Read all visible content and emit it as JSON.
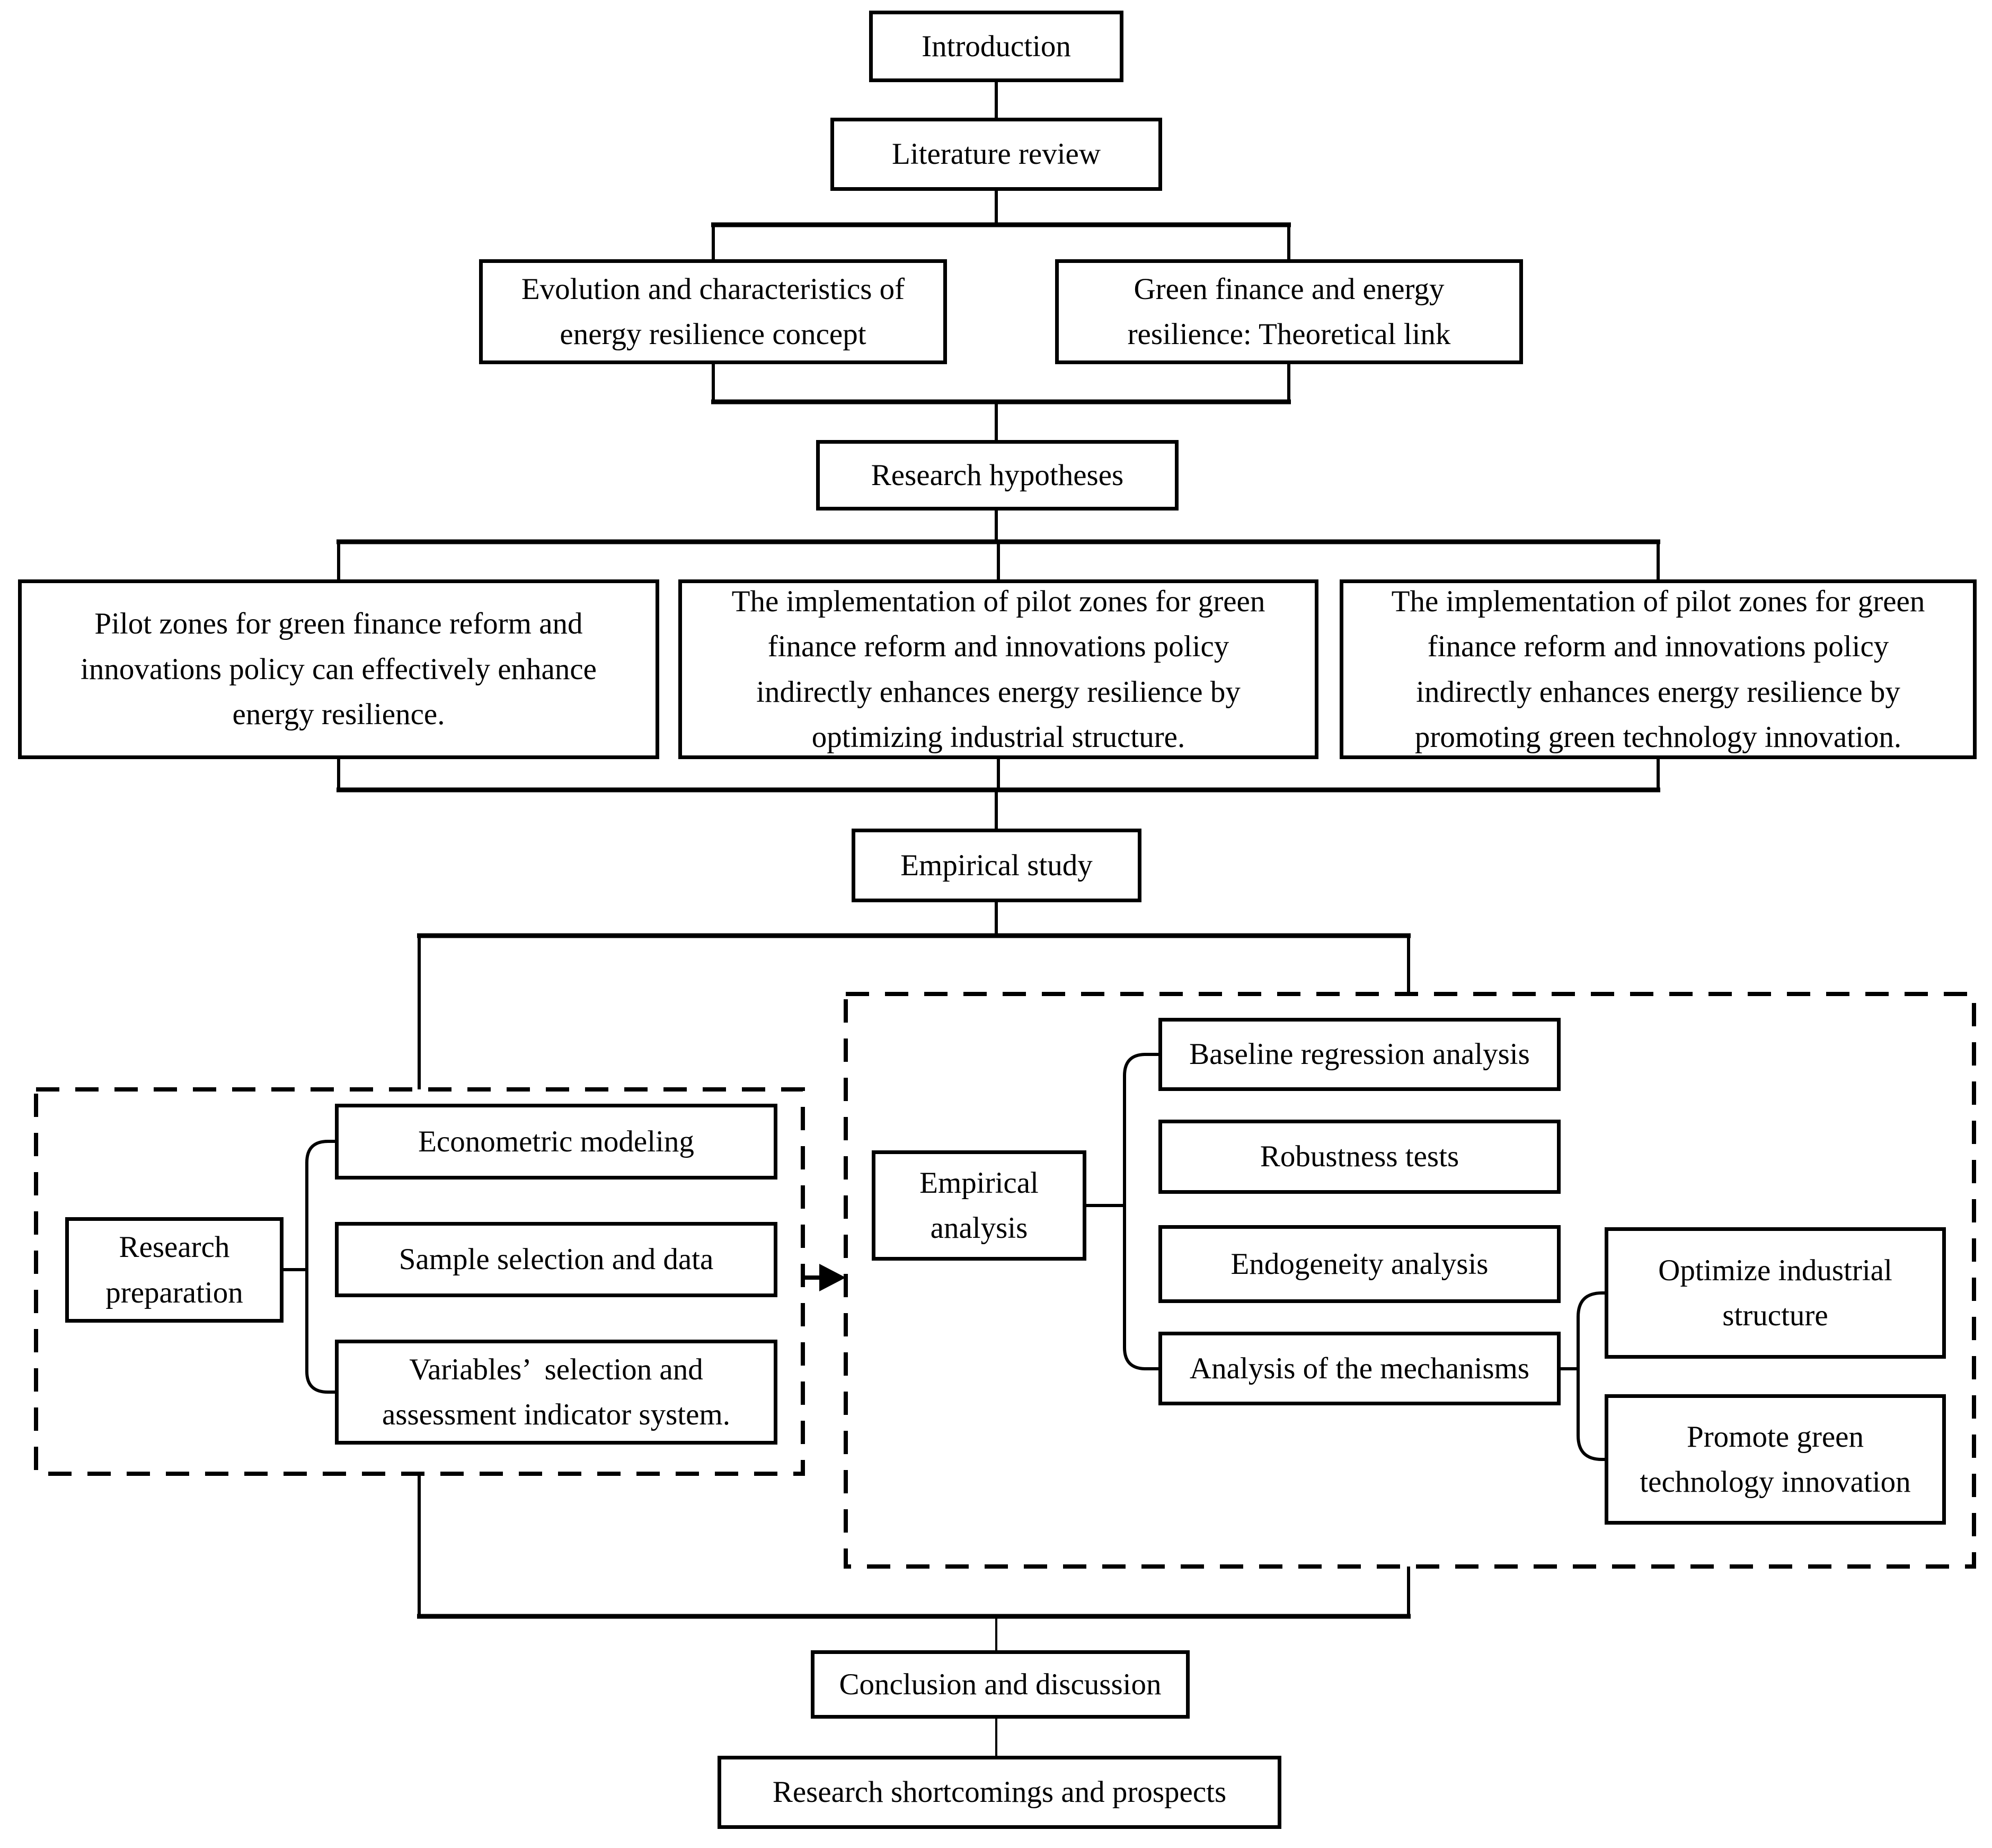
{
  "figure": {
    "type": "flowchart",
    "description_visible_text_only": true
  },
  "colors": {
    "background": "#ffffff",
    "line": "#000000",
    "box_border": "#000000",
    "text": "#000000"
  },
  "nodes": {
    "introduction": {
      "label": "Introduction"
    },
    "literature_review": {
      "label": "Literature review"
    },
    "evolution": {
      "label": "Evolution and characteristics of\nenergy resilience concept"
    },
    "green_finance_link": {
      "label": "Green finance and energy\nresilience: Theoretical link"
    },
    "research_hypotheses": {
      "label": "Research hypotheses"
    },
    "hypothesis_1": {
      "label": "Pilot zones for green finance reform and\ninnovations policy can effectively enhance\nenergy resilience."
    },
    "hypothesis_2": {
      "label": "The implementation of pilot zones for green\nfinance reform and innovations policy\nindirectly enhances energy resilience by\noptimizing industrial structure."
    },
    "hypothesis_3": {
      "label": "The implementation of pilot zones for green\nfinance reform and innovations policy\nindirectly enhances energy resilience by\npromoting green technology innovation."
    },
    "empirical_study": {
      "label": "Empirical study"
    },
    "research_preparation": {
      "label": "Research\npreparation"
    },
    "econometric_modeling": {
      "label": "Econometric modeling"
    },
    "sample_selection": {
      "label": "Sample selection and data"
    },
    "variables_selection": {
      "label": "Variables’  selection and\nassessment indicator system."
    },
    "empirical_analysis": {
      "label": "Empirical\nanalysis"
    },
    "baseline_regression": {
      "label": "Baseline regression analysis"
    },
    "robustness_tests": {
      "label": "Robustness tests"
    },
    "endogeneity_analysis": {
      "label": "Endogeneity analysis"
    },
    "mechanisms_analysis": {
      "label": "Analysis of the mechanisms"
    },
    "optimize_industrial": {
      "label": "Optimize industrial\nstructure"
    },
    "promote_green_tech": {
      "label": "Promote green\ntechnology innovation"
    },
    "conclusion": {
      "label": "Conclusion and discussion"
    },
    "shortcomings": {
      "label": "Research shortcomings and prospects"
    }
  }
}
